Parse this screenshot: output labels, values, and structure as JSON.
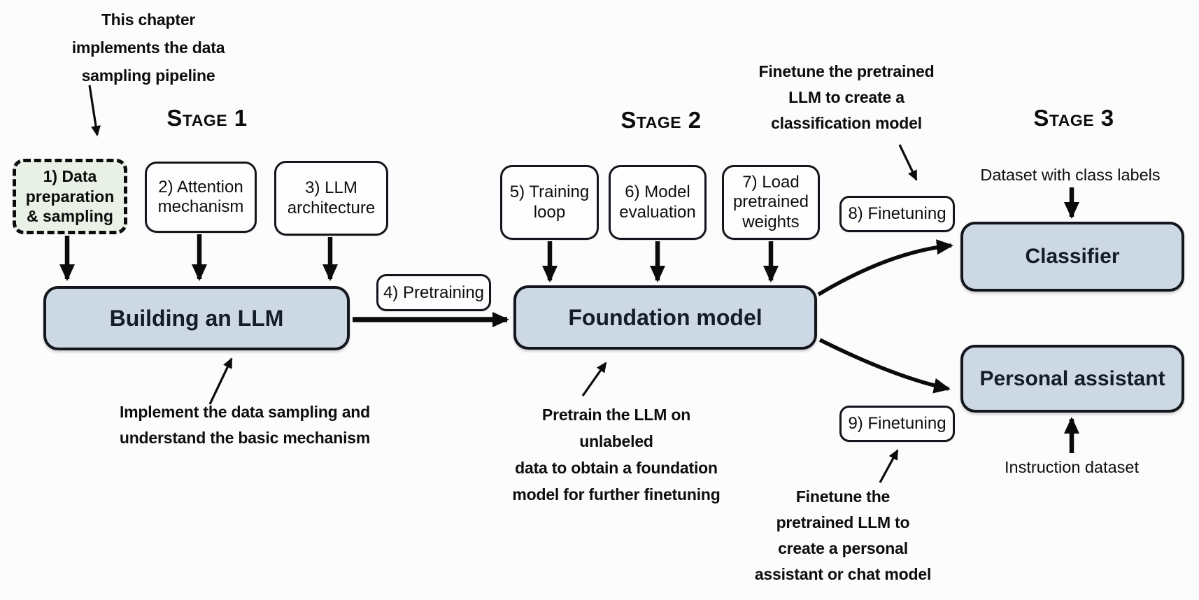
{
  "colors": {
    "canvas-bg": "#fcfcfc",
    "node-fill-blue": "#ccd8e3",
    "node-fill-green": "#e9f1e6",
    "node-fill-white": "#fefefe",
    "stroke-dark": "#13161c",
    "arrow-black": "#0b0b0b",
    "text-dark": "#0d0d0d",
    "text-navy": "#131c29"
  },
  "stages": [
    "Stage 1",
    "Stage 2",
    "Stage 3"
  ],
  "nodes": {
    "data_prep": "1) Data\npreparation\n& sampling",
    "attention": "2) Attention\nmechanism",
    "llm_architecture": "3) LLM\narchitecture",
    "pretraining": "4) Pretraining",
    "training_loop": "5) Training\nloop",
    "model_evaluation": "6) Model\nevaluation",
    "load_weights": "7) Load\npretrained\nweights",
    "finetuning_classifier": "8) Finetuning",
    "finetuning_assistant": "9) Finetuning",
    "building_llm": "Building an LLM",
    "foundation_model": "Foundation model",
    "classifier": "Classifier",
    "personal_assistant": "Personal assistant"
  },
  "annotations": {
    "chapter_note": "This chapter\nimplements the data\nsampling pipeline",
    "implement_note": "Implement the data sampling and\nunderstand the basic mechanism",
    "pretrain_note": "Pretrain the LLM on unlabeled\ndata to obtain a foundation\nmodel for further finetuning",
    "finetune_classifier_note": "Finetune the pretrained\nLLM to create a\nclassification model",
    "finetune_assistant_note": "Finetune the\npretrained LLM to\ncreate a personal\nassistant or chat model",
    "dataset_class_labels": "Dataset with class labels",
    "instruction_dataset": "Instruction dataset"
  }
}
